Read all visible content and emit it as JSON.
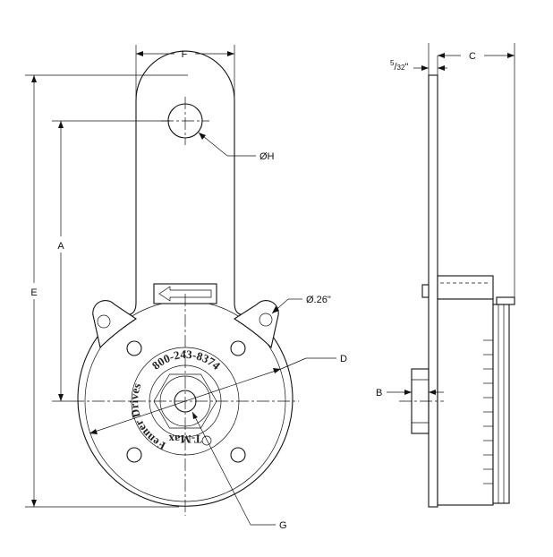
{
  "dimensions": {
    "A": "A",
    "B": "B",
    "C": "C",
    "D": "D",
    "E": "E",
    "F": "F",
    "G": "G",
    "H": "ØH",
    "hole": "Ø.26\"",
    "thickness_num": "5",
    "thickness_den": "32",
    "thickness_unit": "\""
  },
  "hub_text": {
    "top": "800-243-8374",
    "left": "Fenner Drives",
    "bottom": "T-Max"
  }
}
